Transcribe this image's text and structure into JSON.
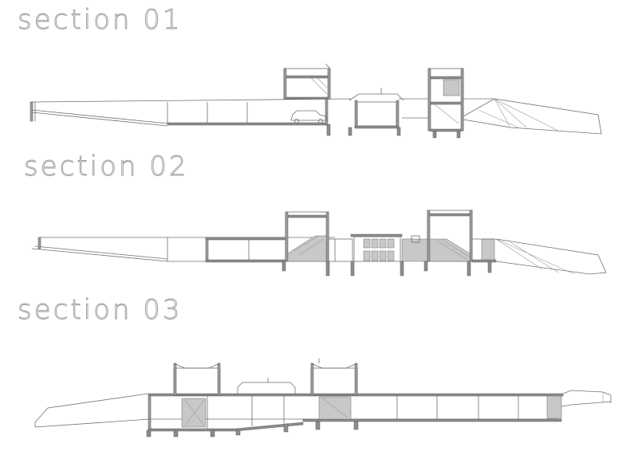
{
  "sections": [
    {
      "title": "section 01"
    },
    {
      "title": "section 02"
    },
    {
      "title": "section 03"
    }
  ]
}
